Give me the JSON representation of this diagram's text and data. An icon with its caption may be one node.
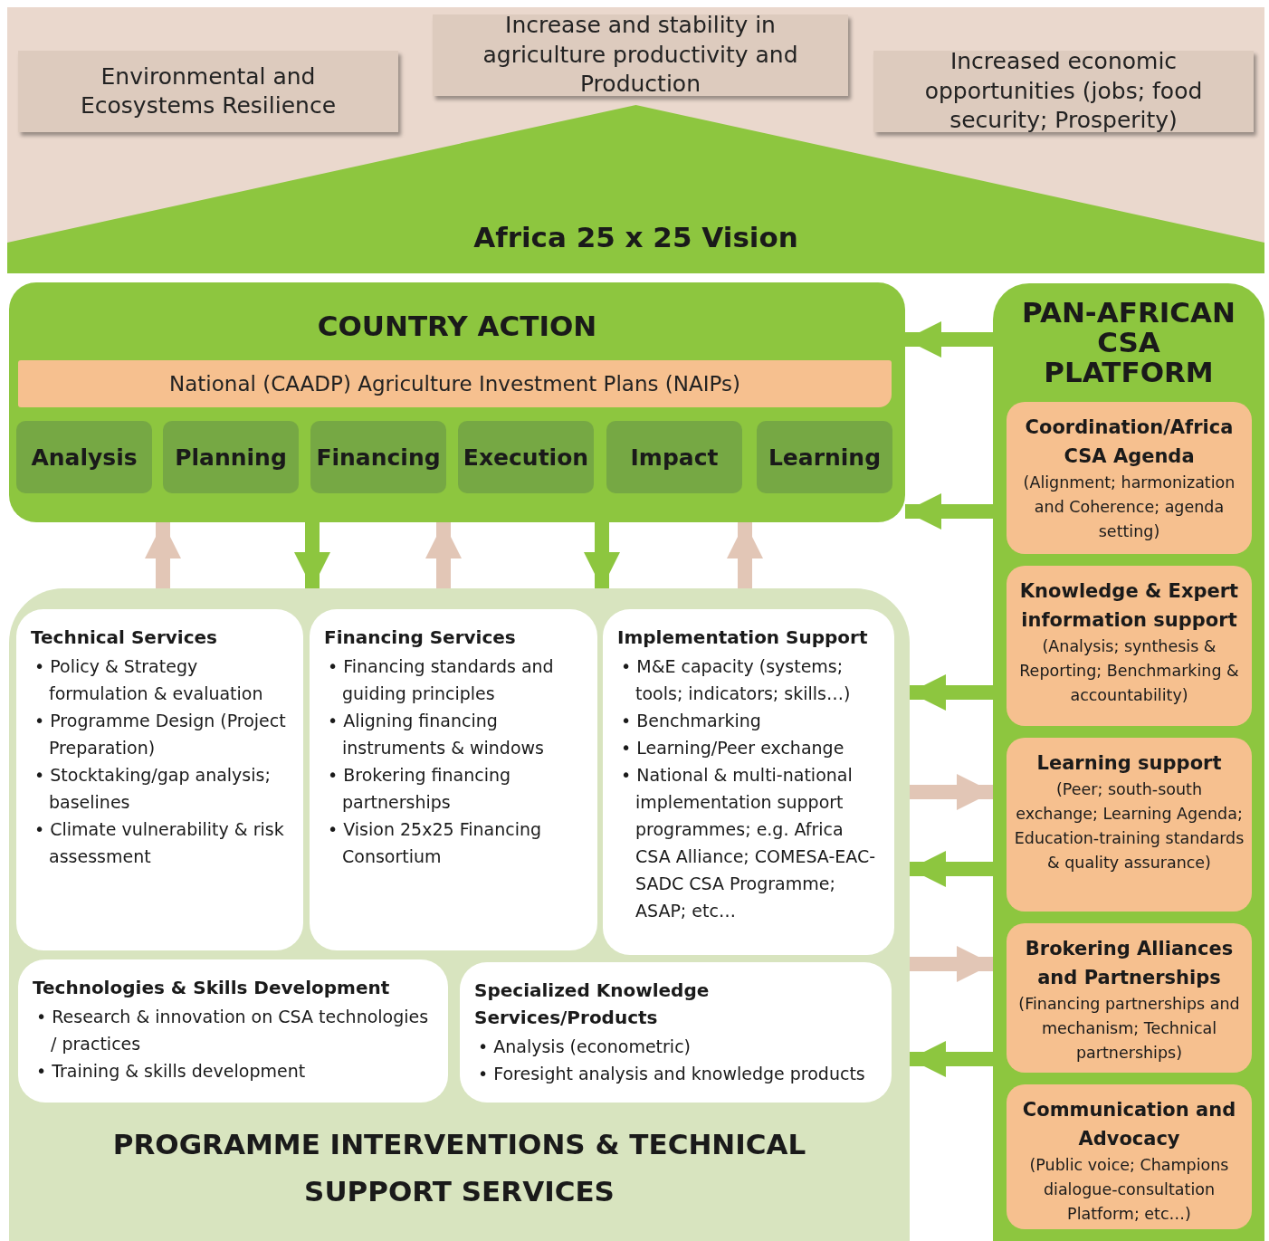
{
  "diagram": {
    "nodes": [
      {
        "text": [
          "Environmental and Ecosystems Resilience"
        ]
      },
      {
        "text": [
          "Increase and stability in agriculture productivity and Production"
        ]
      },
      {
        "text": [
          "Increased economic opportunities (jobs; food security; Prosperity)"
        ]
      },
      {
        "text": [
          "Africa 25 x 25 Vision"
        ]
      },
      {
        "text": [
          "COUNTRY ACTION"
        ]
      },
      {
        "text": [
          "National (CAADP) Agriculture Investment Plans (NAIPs)"
        ],
        "in": 4
      },
      {
        "text": [
          "Analysis"
        ],
        "in": 4
      },
      {
        "text": [
          "Planning"
        ],
        "in": 4
      },
      {
        "text": [
          "Financing"
        ],
        "in": 4
      },
      {
        "text": [
          "Execution"
        ],
        "in": 4
      },
      {
        "text": [
          "Impact"
        ],
        "in": 4
      },
      {
        "text": [
          "Learning"
        ],
        "in": 4
      },
      {
        "text": [
          "PROGRAMME INTERVENTIONS & TECHNICAL SUPPORT SERVICES"
        ]
      },
      {
        "text": [
          "Technical Services",
          "• Policy & Strategy formulation & evaluation",
          "• Programme Design (Project Preparation)",
          "• Stocktaking/gap analysis; baselines",
          "• Climate vulnerability & risk assessment"
        ],
        "in": 12
      },
      {
        "text": [
          "Financing Services",
          "• Financing standards and guiding principles",
          "• Aligning financing instruments & windows",
          "• Brokering financing partnerships",
          "• Vision 25x25 Financing Consortium"
        ],
        "in": 12
      },
      {
        "text": [
          "Implementation Support",
          "• M&E capacity (systems; tools; indicators; skills…)",
          "• Benchmarking",
          "• Learning/Peer exchange",
          "• National & multi-national implementation support programmes; e.g. Africa CSA Alliance; COMESA-EAC-SADC CSA Programme; ASAP; etc…"
        ],
        "in": 12
      },
      {
        "text": [
          "Technologies & Skills Development",
          "• Research & innovation on CSA technologies / practices",
          "• Training & skills development"
        ],
        "in": 12
      },
      {
        "text": [
          "Specialized Knowledge Services/Products",
          "• Analysis (econometric)",
          "• Foresight analysis and knowledge products"
        ],
        "in": 12
      },
      {
        "text": [
          "PAN-AFRICAN CSA PLATFORM"
        ]
      },
      {
        "text": [
          "Coordination/Africa CSA Agenda",
          "(Alignment; harmonization and Coherence; agenda setting)"
        ],
        "in": 18
      },
      {
        "text": [
          "Knowledge & Expert information support",
          "(Analysis; synthesis & Reporting; Benchmarking & accountability)"
        ],
        "in": 18
      },
      {
        "text": [
          "Learning support",
          "(Peer; south-south exchange; Learning Agenda; Education-training standards & quality assurance)"
        ],
        "in": 18
      },
      {
        "text": [
          "Brokering Alliances and Partnerships",
          "(Financing partnerships and mechanism; Technical partnerships)"
        ],
        "in": 18
      },
      {
        "text": [
          "Communication and Advocacy",
          "(Public voice; Champions dialogue-consultation Platform; etc…)"
        ],
        "in": 18
      }
    ],
    "edges": [
      {
        "from": 12,
        "to": 4,
        "arrow": "to",
        "color": "#e2c6b6"
      },
      {
        "from": 4,
        "to": 12,
        "arrow": "to"
      },
      {
        "from": 12,
        "to": 4,
        "arrow": "to",
        "color": "#e2c6b6"
      },
      {
        "from": 4,
        "to": 12,
        "arrow": "to"
      },
      {
        "from": 12,
        "to": 4,
        "arrow": "to",
        "color": "#e2c6b6"
      },
      {
        "from": 18,
        "to": 4,
        "arrow": "to"
      },
      {
        "from": 18,
        "to": 4,
        "arrow": "to"
      },
      {
        "from": 18,
        "to": 12,
        "arrow": "to"
      },
      {
        "from": 12,
        "to": 18,
        "arrow": "to",
        "color": "#e2c6b6"
      },
      {
        "from": 18,
        "to": 12,
        "arrow": "to"
      },
      {
        "from": 12,
        "to": 18,
        "arrow": "to",
        "color": "#e2c6b6"
      },
      {
        "from": 18,
        "to": 12,
        "arrow": "to"
      }
    ]
  }
}
